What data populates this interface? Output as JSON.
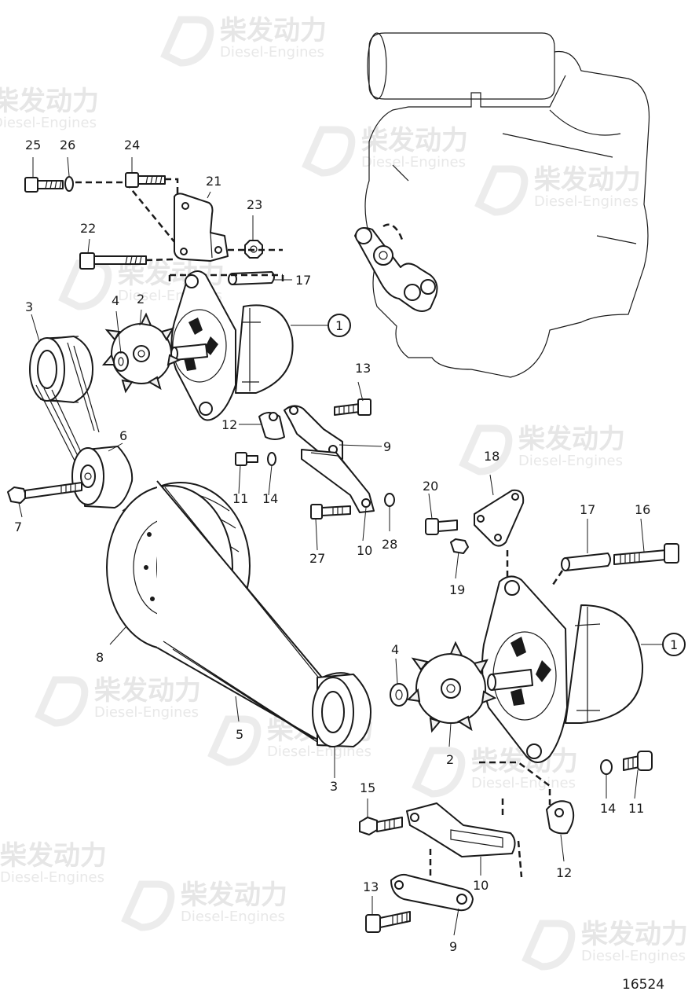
{
  "watermark": {
    "brand_cn": "柴发动力",
    "brand_en": "Diesel-Engines"
  },
  "drawing_number": "16524",
  "callouts": {
    "c1_top": "1",
    "c1_bottom": "1",
    "c2_top": "2",
    "c2_bottom": "2",
    "c3_top": "3",
    "c3_bottom": "3",
    "c4_top": "4",
    "c4_bottom": "4",
    "c5": "5",
    "c6": "6",
    "c7": "7",
    "c8": "8",
    "c9_top": "9",
    "c9_bottom": "9",
    "c10_top": "10",
    "c10_bottom": "10",
    "c11_top": "11",
    "c11_bottom": "11",
    "c12_top": "12",
    "c12_bottom": "12",
    "c13_top": "13",
    "c13_bottom": "13",
    "c14_top": "14",
    "c14_bottom": "14",
    "c15": "15",
    "c16": "16",
    "c17_top": "17",
    "c17_bottom": "17",
    "c18": "18",
    "c19": "19",
    "c20": "20",
    "c21": "21",
    "c22": "22",
    "c23": "23",
    "c24": "24",
    "c25": "25",
    "c26": "26",
    "c27": "27",
    "c28": "28"
  }
}
